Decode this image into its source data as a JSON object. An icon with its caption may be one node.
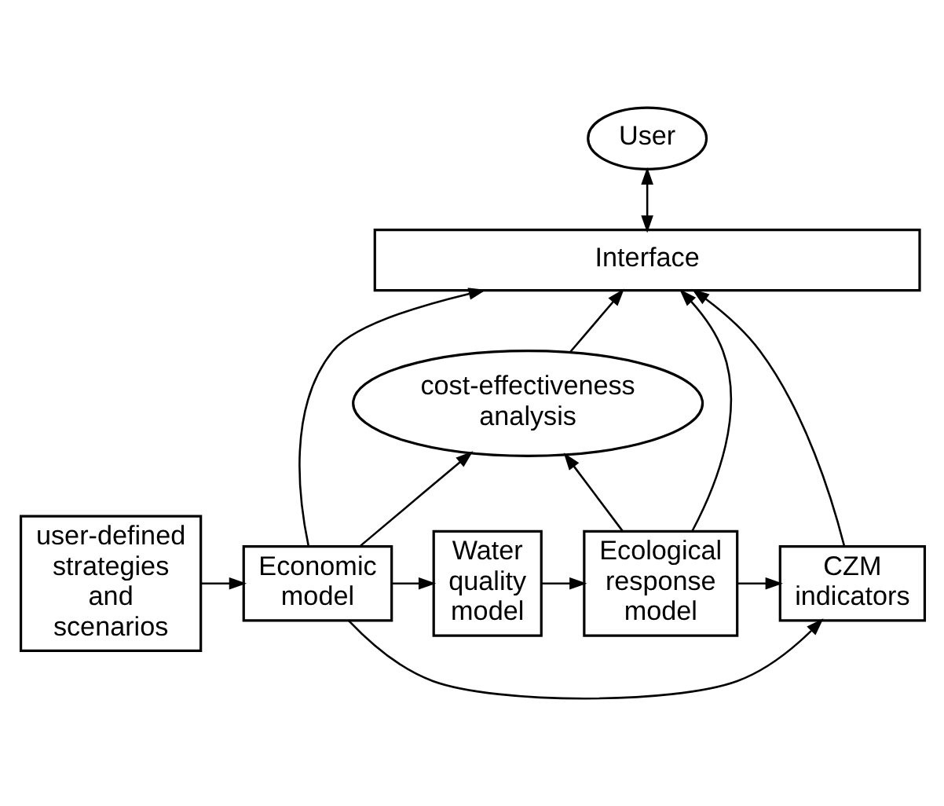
{
  "diagram": {
    "nodes": [
      {
        "text": [
          "User"
        ]
      },
      {
        "text": [
          "Interface"
        ]
      },
      {
        "text": [
          "cost-effectiveness analysis"
        ]
      },
      {
        "text": [
          "user-defined strategies and scenarios"
        ]
      },
      {
        "text": [
          "Economic model"
        ]
      },
      {
        "text": [
          "Water quality model"
        ]
      },
      {
        "text": [
          "Ecological response model"
        ]
      },
      {
        "text": [
          "CZM indicators"
        ]
      }
    ],
    "edges": [
      {
        "from": 1,
        "to": 0,
        "arrow": "both"
      },
      {
        "from": 4,
        "to": 1,
        "arrow": "to"
      },
      {
        "from": 2,
        "to": 1,
        "arrow": "to"
      },
      {
        "from": 6,
        "to": 1,
        "arrow": "to"
      },
      {
        "from": 7,
        "to": 1,
        "arrow": "to"
      },
      {
        "from": 4,
        "to": 2,
        "arrow": "to"
      },
      {
        "from": 6,
        "to": 2,
        "arrow": "to"
      },
      {
        "from": 3,
        "to": 4,
        "arrow": "to"
      },
      {
        "from": 4,
        "to": 5,
        "arrow": "to"
      },
      {
        "from": 5,
        "to": 6,
        "arrow": "to"
      },
      {
        "from": 6,
        "to": 7,
        "arrow": "to"
      },
      {
        "from": 4,
        "to": 7,
        "arrow": "to"
      }
    ]
  }
}
